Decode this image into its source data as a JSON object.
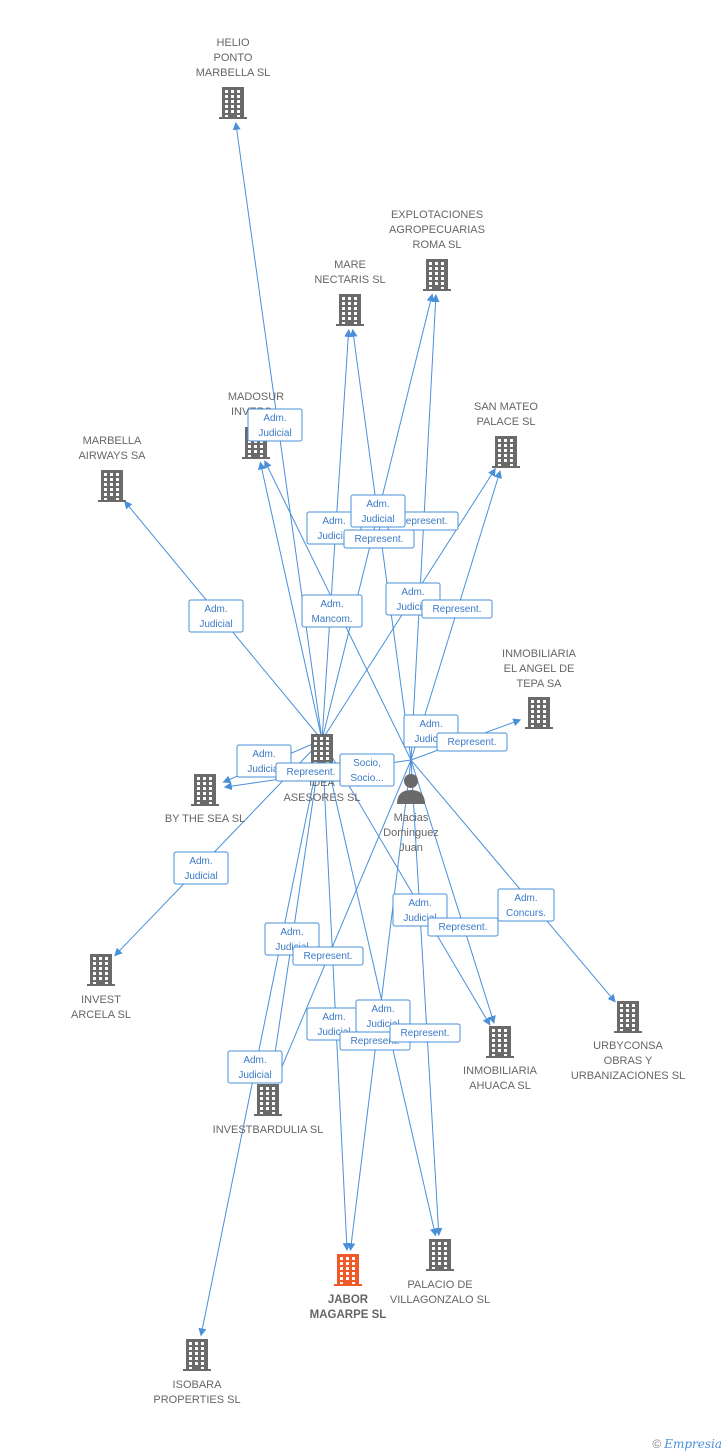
{
  "colors": {
    "company": "#6a6a6a",
    "main_company": "#f05a28",
    "person": "#6a6a6a",
    "edge": "#4a90d9"
  },
  "nodes": [
    {
      "id": "helio",
      "type": "company",
      "lines": [
        "HELIO",
        "PONTO",
        "MARBELLA SL"
      ]
    },
    {
      "id": "explot",
      "type": "company",
      "lines": [
        "EXPLOTACIONES",
        "AGROPECUARIAS",
        "ROMA SL"
      ]
    },
    {
      "id": "mare",
      "type": "company",
      "lines": [
        "MARE",
        "NECTARIS SL"
      ]
    },
    {
      "id": "madosur",
      "type": "company",
      "lines": [
        "MADOSUR",
        "INVERS..."
      ]
    },
    {
      "id": "sanmateo",
      "type": "company",
      "lines": [
        "SAN MATEO",
        "PALACE SL"
      ]
    },
    {
      "id": "marbella",
      "type": "company",
      "lines": [
        "MARBELLA",
        "AIRWAYS SA"
      ]
    },
    {
      "id": "elangel",
      "type": "company",
      "lines": [
        "INMOBILIARIA",
        "EL ANGEL DE",
        "TEPA SA"
      ]
    },
    {
      "id": "idea",
      "type": "company",
      "lines": [
        "IDEA",
        "ASESORES SL"
      ]
    },
    {
      "id": "macias",
      "type": "person",
      "lines": [
        "Macias",
        "Dominguez",
        "Juan"
      ]
    },
    {
      "id": "bythesea",
      "type": "company",
      "lines": [
        "BY THE SEA SL"
      ]
    },
    {
      "id": "invest",
      "type": "company",
      "lines": [
        "INVEST",
        "ARCELA SL"
      ]
    },
    {
      "id": "ahuaca",
      "type": "company",
      "lines": [
        "INMOBILIARIA",
        "AHUACA SL"
      ]
    },
    {
      "id": "urbyconsa",
      "type": "company",
      "lines": [
        "URBYCONSA",
        "OBRAS Y",
        "URBANIZACIONES SL"
      ]
    },
    {
      "id": "investbardulia",
      "type": "company",
      "lines": [
        "INVESTBARDULIA SL"
      ]
    },
    {
      "id": "jabor",
      "type": "main",
      "lines": [
        "JABOR",
        "MAGARPE SL"
      ]
    },
    {
      "id": "palacio",
      "type": "company",
      "lines": [
        "PALACIO DE",
        "VILLAGONZALO SL"
      ]
    },
    {
      "id": "isobara",
      "type": "company",
      "lines": [
        "ISOBARA",
        "PROPERTIES SL"
      ]
    }
  ],
  "edges": [
    {
      "from": "idea",
      "to": "helio"
    },
    {
      "from": "idea",
      "to": "mare"
    },
    {
      "from": "idea",
      "to": "explot"
    },
    {
      "from": "idea",
      "to": "madosur"
    },
    {
      "from": "idea",
      "to": "marbella"
    },
    {
      "from": "idea",
      "to": "sanmateo"
    },
    {
      "from": "idea",
      "to": "bythesea"
    },
    {
      "from": "idea",
      "to": "invest"
    },
    {
      "from": "idea",
      "to": "ahuaca"
    },
    {
      "from": "idea",
      "to": "investbardulia"
    },
    {
      "from": "idea",
      "to": "jabor"
    },
    {
      "from": "idea",
      "to": "palacio"
    },
    {
      "from": "idea",
      "to": "isobara"
    },
    {
      "from": "macias",
      "to": "mare"
    },
    {
      "from": "macias",
      "to": "explot"
    },
    {
      "from": "macias",
      "to": "madosur"
    },
    {
      "from": "macias",
      "to": "sanmateo"
    },
    {
      "from": "macias",
      "to": "elangel"
    },
    {
      "from": "macias",
      "to": "ahuaca"
    },
    {
      "from": "macias",
      "to": "urbyconsa"
    },
    {
      "from": "macias",
      "to": "investbardulia"
    },
    {
      "from": "macias",
      "to": "jabor"
    },
    {
      "from": "macias",
      "to": "palacio"
    },
    {
      "from": "macias",
      "to": "bythesea"
    }
  ],
  "edge_labels": [
    {
      "lines": [
        "Adm.",
        "Judicial"
      ]
    },
    {
      "lines": [
        "Adm.",
        "Judicial"
      ]
    },
    {
      "lines": [
        "Adm.",
        "Judicial"
      ]
    },
    {
      "lines": [
        "Represent."
      ]
    },
    {
      "lines": [
        "Represent."
      ]
    },
    {
      "lines": [
        "Adm.",
        "Judicial"
      ]
    },
    {
      "lines": [
        "Adm.",
        "Mancom."
      ]
    },
    {
      "lines": [
        "Adm.",
        "Judicial"
      ]
    },
    {
      "lines": [
        "Represent."
      ]
    },
    {
      "lines": [
        "Adm.",
        "Judicial"
      ]
    },
    {
      "lines": [
        "Represent."
      ]
    },
    {
      "lines": [
        "Adm.",
        "Judicial"
      ]
    },
    {
      "lines": [
        "Represent."
      ]
    },
    {
      "lines": [
        "Socio,",
        "Socio..."
      ]
    },
    {
      "lines": [
        "Adm.",
        "Judicial"
      ]
    },
    {
      "lines": [
        "Adm.",
        "Judicial"
      ]
    },
    {
      "lines": [
        "Represent."
      ]
    },
    {
      "lines": [
        "Adm.",
        "Concurs."
      ]
    },
    {
      "lines": [
        "Adm.",
        "Judicial"
      ]
    },
    {
      "lines": [
        "Represent."
      ]
    },
    {
      "lines": [
        "Adm.",
        "Judicial"
      ]
    },
    {
      "lines": [
        "Adm.",
        "Judicial"
      ]
    },
    {
      "lines": [
        "Represent."
      ]
    },
    {
      "lines": [
        "Represent."
      ]
    },
    {
      "lines": [
        "Adm.",
        "Judicial"
      ]
    }
  ],
  "footer": {
    "copyright": "©",
    "brand": "Empresia"
  }
}
